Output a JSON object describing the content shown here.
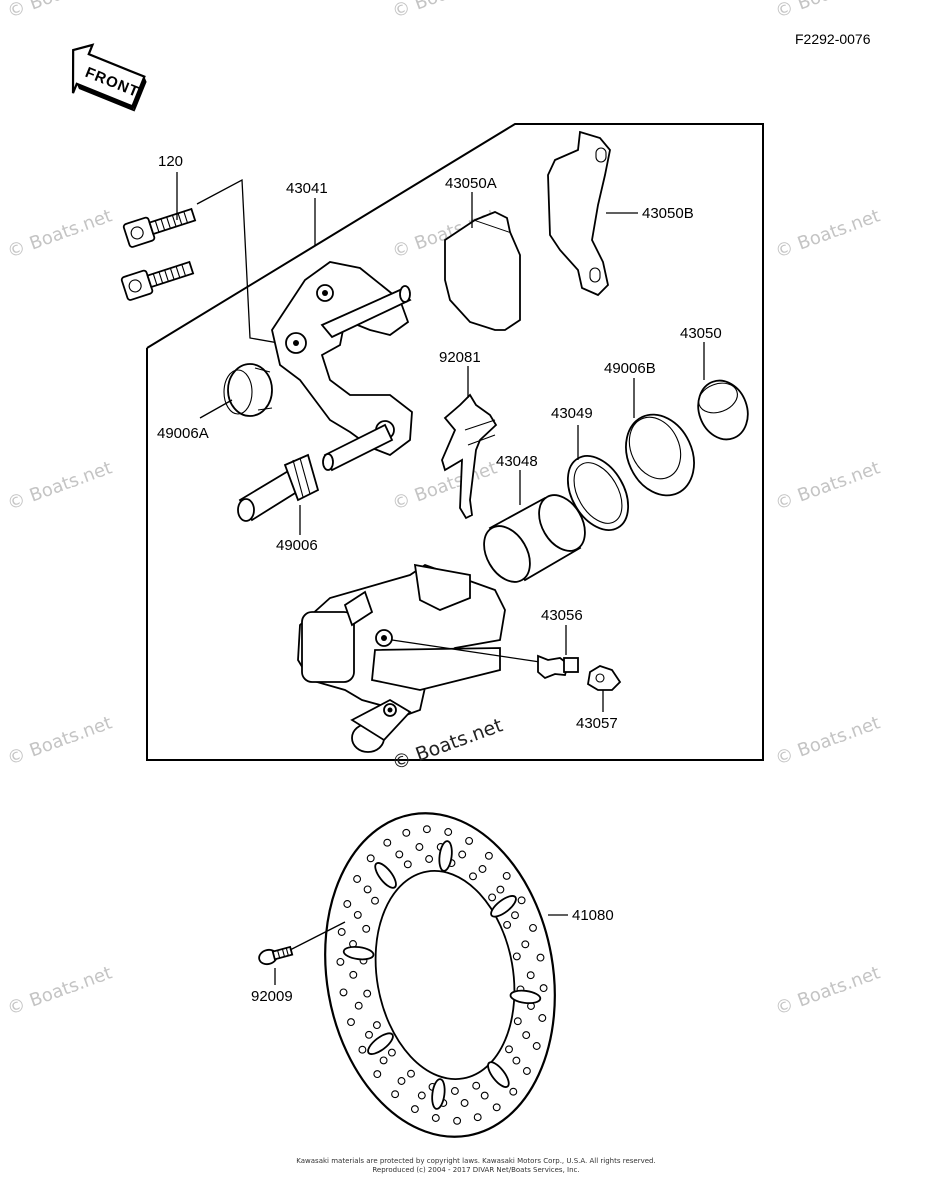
{
  "diagram_code": "F2292-0076",
  "front_label": "FRONT",
  "parts": {
    "p120": "120",
    "p43041": "43041",
    "p43050A": "43050A",
    "p43050B": "43050B",
    "p92081": "92081",
    "p43050": "43050",
    "p49006B": "49006B",
    "p49006A": "49006A",
    "p43049": "43049",
    "p43048": "43048",
    "p49006": "49006",
    "p43056": "43056",
    "p43057": "43057",
    "p41080": "41080",
    "p92009": "92009"
  },
  "watermarks": {
    "text": "© Boats.net",
    "center_text": "© Boats.net"
  },
  "footer": {
    "line1": "Kawasaki materials are protected by copyright laws. Kawasaki Motors Corp., U.S.A. All rights reserved.",
    "line2": "Reproduced (c) 2004 - 2017 DIVAR Net/Boats Services, Inc."
  }
}
